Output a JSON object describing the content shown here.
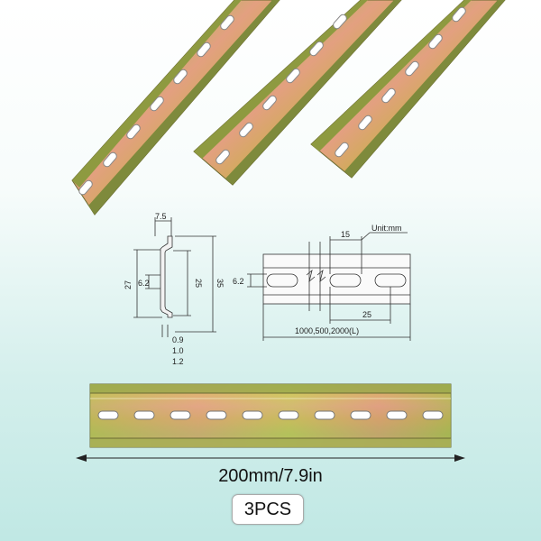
{
  "drawing": {
    "unit_label": "Unit:mm",
    "profile": {
      "top_width": "7.5",
      "inner_height": "25",
      "outer_height": "35",
      "lip_height": "27",
      "slot_height": "6.2",
      "thickness_1": "0.9",
      "thickness_2": "1.0",
      "thickness_3": "1.2"
    },
    "front": {
      "slot_length": "15",
      "slot_height": "6.2",
      "slot_pitch": "25",
      "lengths": "1000,500,2000(L)"
    }
  },
  "length_label": "200mm/7.9in",
  "quantity": "3PCS",
  "colors": {
    "rail_gold": "#c8b040",
    "rail_green": "#9ab048",
    "rail_pink": "#d99a7a",
    "background_top": "#ffffff",
    "background_bottom": "#c0e8e4"
  }
}
